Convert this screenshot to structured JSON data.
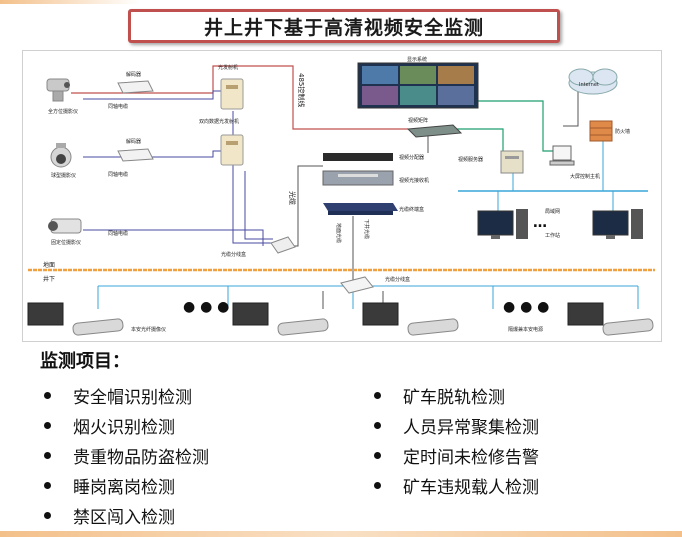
{
  "title": "井上井下基于高清视频安全监测",
  "diagram": {
    "labels": {
      "decoder1": "解码器",
      "decoder2": "解码器",
      "coax1": "同轴电缆",
      "coax2": "同轴电缆",
      "coax3": "同轴电缆",
      "cam1": "全方位摄影仪",
      "cam2": "球型摄影仪",
      "cam3": "固定位摄影仪",
      "tx_top": "光发射机",
      "tx_bi": "双向数据光发射机",
      "rs485": "485控制线",
      "display_wall": "显示系统",
      "video_matrix": "视频矩阵",
      "video_splitter": "视频分配器",
      "video_rx": "视频光接收机",
      "optical_terminal": "光缆终端盒",
      "video_server": "视频服务器",
      "main_ctrl": "大屏控制主机",
      "firewall": "防火墙",
      "internet": "Internet",
      "lan": "局域网",
      "workstation": "工作站",
      "fiber_v": "光缆",
      "fiber_box_surface": "光缆分线盒",
      "ground_fiber": "地面光缆",
      "down_fiber": "下井光缆",
      "surface": "地面",
      "underground": "井下",
      "fiber_box_under": "光缆分线盒",
      "cam_left": "本安光纤摄像仪",
      "cam_right": "隔爆兼本安电源",
      "dots": "● ● ●"
    }
  },
  "section": "监测项目：",
  "items_left": [
    "安全帽识别检测",
    "烟火识别检测",
    "贵重物品防盗检测",
    "睡岗离岗检测",
    "禁区闯入检测"
  ],
  "items_right": [
    "矿车脱轨检测",
    "人员异常聚集检测",
    "定时间未检修告警",
    "矿车违规载人检测"
  ],
  "colors": {
    "accent": "#c0504d",
    "orange_line": "#f0a040",
    "red_wire": "#c0504d",
    "blue_wire": "#4a4aa0",
    "green_wire": "#1f9f6f",
    "cyan_wire": "#3aa6d8"
  }
}
